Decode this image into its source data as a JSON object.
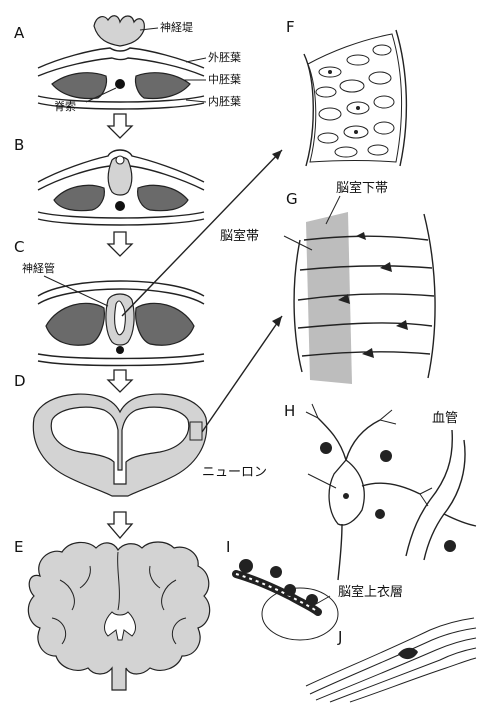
{
  "panels": {
    "A": "A",
    "B": "B",
    "C": "C",
    "D": "D",
    "E": "E",
    "F": "F",
    "G": "G",
    "H": "H",
    "I": "I",
    "J": "J"
  },
  "labels": {
    "neural_groove": "神経堤",
    "ectoderm": "外胚葉",
    "mesoderm": "中胚葉",
    "endoderm": "内胚葉",
    "notochord": "脊索",
    "neural_tube": "神経管",
    "subventricular_zone": "脳室下帯",
    "ventricular_zone": "脳室帯",
    "blood_vessel": "血管",
    "neuron": "ニューロン",
    "ependymal_layer": "脳室上衣層"
  },
  "colors": {
    "dark_fill": "#6a6a6a",
    "light_fill": "#d3d3d3",
    "stroke": "#222222"
  }
}
